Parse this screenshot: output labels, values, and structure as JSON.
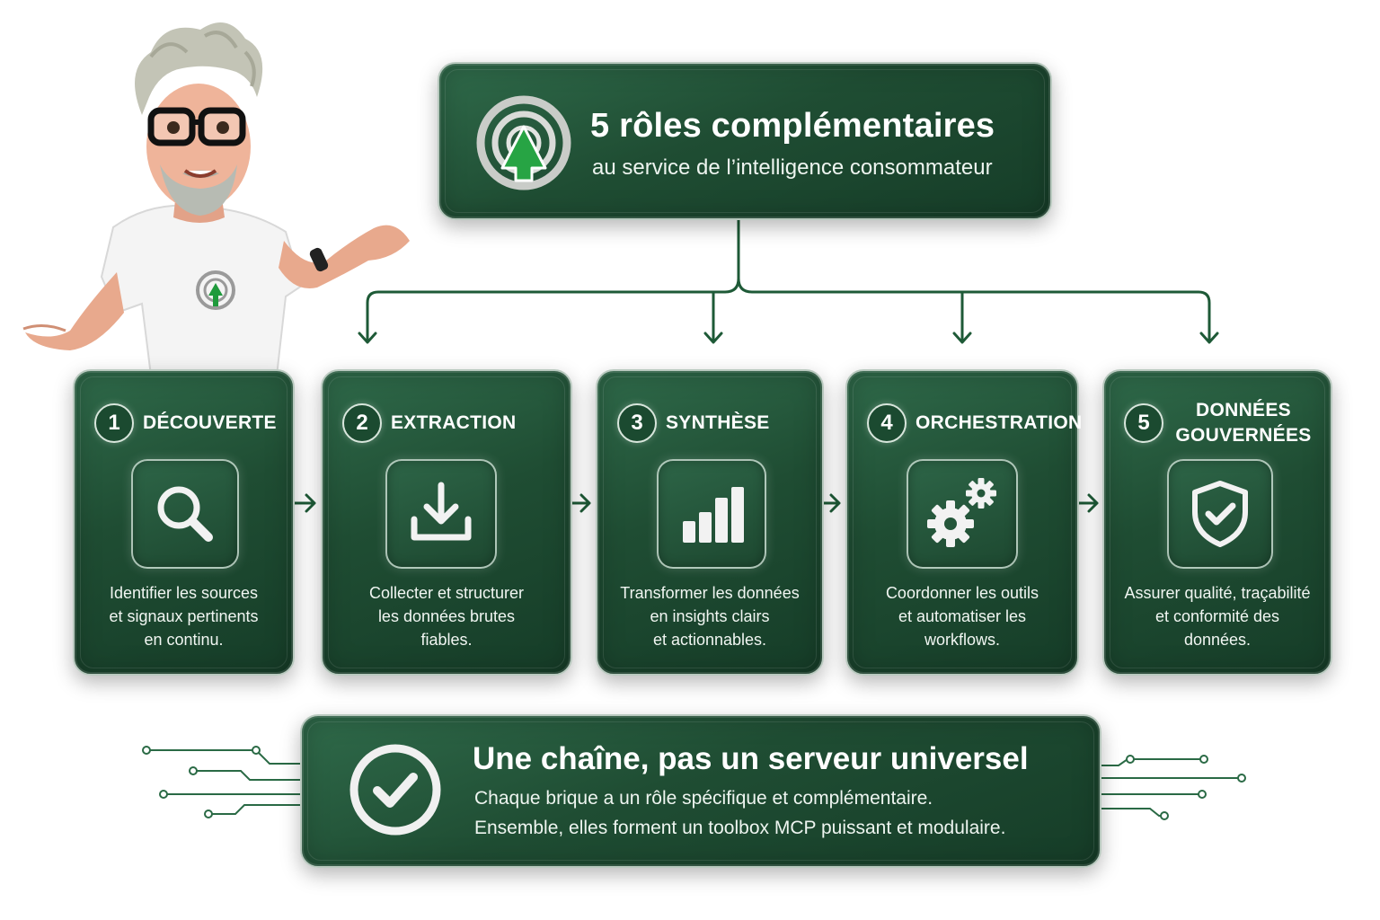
{
  "header": {
    "title": "5 rôles complémentaires",
    "subtitle": "au service de l’intelligence consommateur",
    "logo_icon": "radar-arrow-logo-icon"
  },
  "roles": [
    {
      "number": "1",
      "title": "DÉCOUVERTE",
      "icon": "search-icon",
      "description": [
        "Identifier les sources",
        "et signaux pertinents",
        "en continu."
      ]
    },
    {
      "number": "2",
      "title": "EXTRACTION",
      "icon": "download-icon",
      "description": [
        "Collecter et structurer",
        "les données brutes",
        "fiables."
      ]
    },
    {
      "number": "3",
      "title": "SYNTHÈSE",
      "icon": "bar-chart-icon",
      "description": [
        "Transformer les données",
        "en insights clairs",
        "et actionnables."
      ]
    },
    {
      "number": "4",
      "title": "ORCHESTRATION",
      "icon": "gears-icon",
      "description": [
        "Coordonner les outils",
        "et automatiser les",
        "workflows."
      ]
    },
    {
      "number": "5",
      "title": [
        "DONNÉES",
        "GOUVERNÉES"
      ],
      "icon": "shield-check-icon",
      "description": [
        "Assurer qualité, traçabilité",
        "et conformité des",
        "données."
      ]
    }
  ],
  "footer": {
    "title": "Une chaîne, pas un serveur universel",
    "line1": "Chaque brique a un rôle spécifique et complémentaire.",
    "line2": "Ensemble, elles forment un toolbox MCP puissant et modulaire.",
    "icon": "check-circle-icon"
  },
  "colors": {
    "panel_dark": "#1f4d33",
    "panel_light": "#2f6a4a",
    "connector": "#1e5a37",
    "accent_green": "#1f9a3c",
    "text": "#ffffff"
  },
  "avatar": {
    "icon": "presenter-avatar-icon"
  }
}
